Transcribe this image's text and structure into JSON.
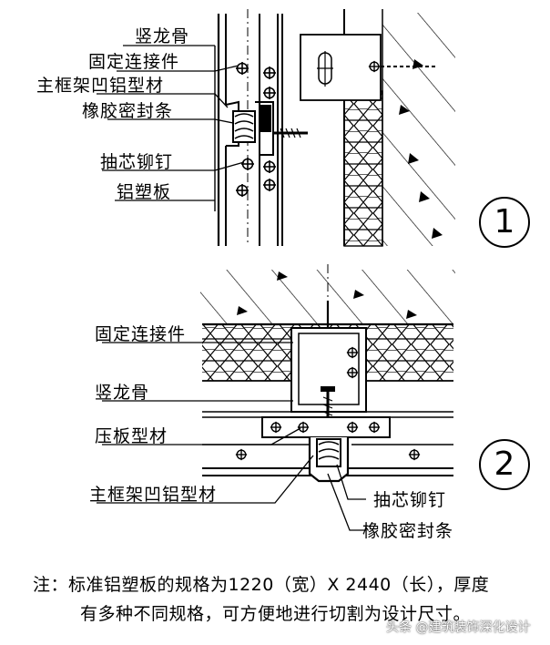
{
  "detail1": {
    "labels": [
      "竖龙骨",
      "固定连接件",
      "主框架凹铝型材",
      "橡胶密封条",
      "抽芯铆钉",
      "铝塑板"
    ],
    "number": "1"
  },
  "detail2": {
    "labels": [
      "固定连接件",
      "竖龙骨",
      "压板型材",
      "主框架凹铝型材",
      "抽芯铆钉",
      "橡胶密封条"
    ],
    "number": "2"
  },
  "note": {
    "line1": "注：标准铝塑板的规格为1220（宽）X 2440（长），厚度",
    "line2": "有多种不同规格，可方便地进行切割为设计尺寸。"
  },
  "watermark": "头条 @建筑装饰深化设计"
}
